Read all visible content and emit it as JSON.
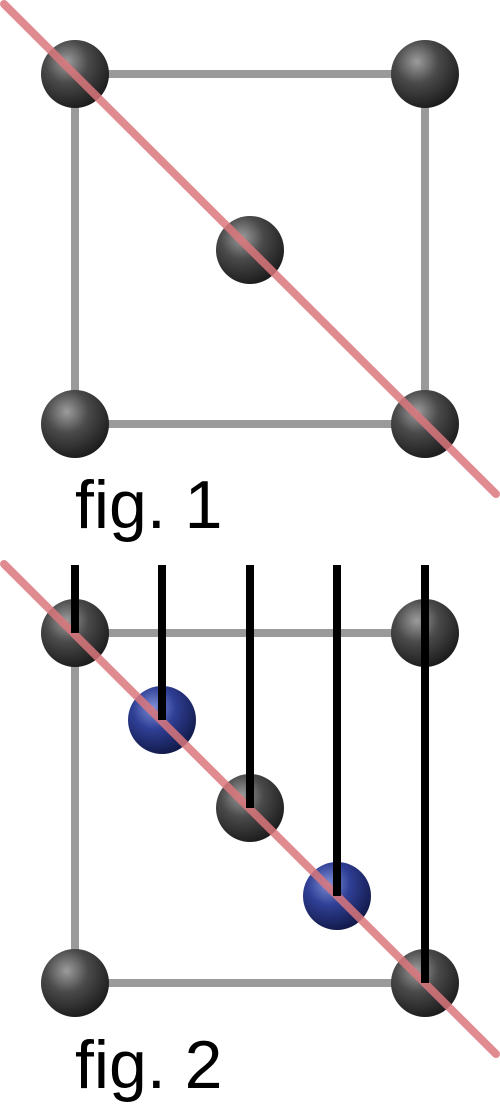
{
  "figures": [
    {
      "caption": "fig. 1",
      "atom_types": [
        "corner",
        "corner",
        "center",
        "corner",
        "corner"
      ]
    },
    {
      "caption": "fig. 2",
      "atom_types": [
        "corner",
        "corner",
        "interstitial",
        "center",
        "interstitial",
        "corner",
        "corner"
      ]
    }
  ],
  "colors": {
    "cell_edge": "#9a9a9a",
    "diagonal": "#d9777c",
    "atom_dark": "#3c3c3c",
    "atom_blue": "#2e3e8e",
    "probe_line": "#000000",
    "caption": "#000000"
  }
}
